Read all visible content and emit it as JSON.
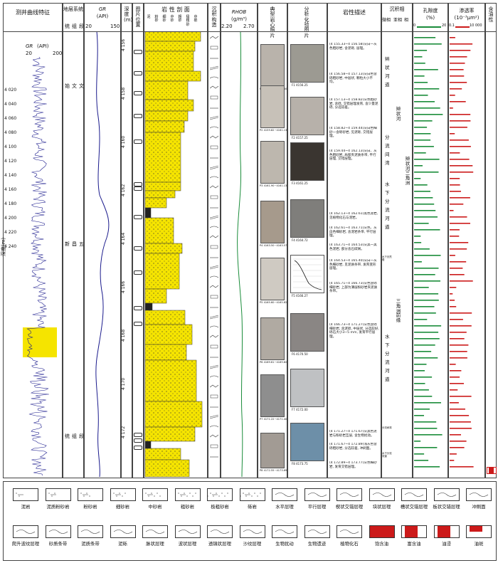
{
  "headers": {
    "curve": "测井曲线特征",
    "strata_system": "地层系统",
    "strata_sub": [
      "统",
      "组",
      "段"
    ],
    "gr_title": "GR",
    "gr_unit": "(API)",
    "gr_min": "20",
    "gr_max": "150",
    "depth_m": "深度(m)",
    "photo_pos": "图片位置",
    "litho_profile": "岩 性 剖 面",
    "litho_cols": [
      "泥",
      "粉砂",
      "细砂",
      "中砂",
      "粗砂",
      "极粗砂",
      "中砾"
    ],
    "sed_struct": "沉积构造",
    "rhob_title": "RHOB",
    "rhob_unit": "(g/m³)",
    "rhob_min": "2.20",
    "rhob_max": "2.70",
    "core_photo": "典型岩心照片",
    "lab_photo": "分析化验图片",
    "rock_desc": "岩性描述",
    "facies": "沉积相",
    "facies_sub": [
      "微相",
      "亚相",
      "相"
    ],
    "porosity": "孔隙度",
    "porosity_unit": "(%)",
    "poro_min": "0",
    "poro_max": "20",
    "perm": "渗透率",
    "perm_unit": "(10⁻³μm²)",
    "perm_min": "0.1",
    "perm_max": "10 000",
    "oil": "含油性"
  },
  "left_track": {
    "gr_label": "GR",
    "gr_unit": "(API)",
    "scale_min": "20",
    "scale_max": "200",
    "depth_axis": "深度(m)",
    "depths": [
      "4 020",
      "4 040",
      "4 060",
      "4 080",
      "4 100",
      "4 120",
      "4 140",
      "4 160",
      "4 180",
      "4 200",
      "4 220",
      "4 240"
    ]
  },
  "strata": {
    "tong": [
      "始",
      "新",
      "统"
    ],
    "zu": [
      "文",
      "昌",
      "组"
    ],
    "duan": [
      "文",
      "五",
      "段"
    ]
  },
  "depth_scale": [
    "4 156",
    "4 158",
    "4 160",
    "4 162",
    "4 164",
    "4 166",
    "4 168",
    "4 170",
    "4 172"
  ],
  "core_captions": [
    "P1 4156.30~4156.80",
    "P2 4159.82~4161.13",
    "P3 4161.90~4161.13",
    "P4 4163.50~4163.57",
    "P5 4165.60~4165.82",
    "P6 4169.61~4169.82",
    "P7 4171.22~4171.40",
    "P8 4172.55~4173.69"
  ],
  "lab_captions": [
    "F1 4156.25",
    "F2 4157.25",
    "F3 4161.25",
    "F4 4164.72",
    "F5 4166.27",
    "F6 4170.50",
    "F7 4172.00",
    "F8 4173.75"
  ],
  "descriptions": [
    "(4 155.33~4 156.58)灰白一灰色粗砂岩, 含泥砾, 层理。",
    "(4 156.58~4 157.13)灰白色含砾粗砂岩, 中层状, 颗粒大小不均。",
    "(4 157.13~4 158.82)灰色粗砂岩, 含砾, 交错层理发育, 含少量泥砾, 分选较差。",
    "(4 158.82~4 159.44)灰白色细砂一含砾砂岩, 见泥砾, 交错层理。",
    "(4 159.44~4 162.13)灰白、灰色粗砂岩, 局部夹泥质条带, 平行层理, 交错层理。",
    "(4 162.13~4 162.61)黑色泥岩, 见植物化石与泥岩。",
    "(4 162.61~4 163.71)灰色、灰白色细砂岩, 含泥岩条带, 平行层理。",
    "(4 163.71~4 164.53)灰黑一黑色泥岩, 部分含石碳屑。",
    "(4 164.53~4 165.40)灰白一灰色细砂岩, 见泥质条带, 发育变形层理。",
    "(4 165.71~4 166.73)灰色含砾细砂岩, 上部为薄层粉砂岩夹泥质条带。",
    "(4 166.73~4 171.27)灰色含砾细砂岩, 含泥砾, 中层状, 分选较好, 砾石大小3~5 mm, 发育平行层理。",
    "(4 171.27~4 171.67)灰黑色泥岩与粉砂岩互层, 含生物扰动。",
    "(4 171.67~4 172.89)浅灰色含砾粗砂岩, 分选较差, 冲刷面。",
    "(4 172.89~4 173.77)灰色细砂岩, 发育交错层理。"
  ],
  "facies": {
    "micro": [
      "辫",
      "状",
      "河",
      "道",
      "分",
      "流",
      "间",
      "湾",
      "水",
      "下",
      "分",
      "流",
      "河",
      "道",
      "水下天然堤",
      "水",
      "下",
      "分",
      "流",
      "河",
      "道",
      "分流间湾",
      "水下分流河道"
    ],
    "sub": [
      "辫状河",
      "三角洲前缘"
    ],
    "facies": [
      "辫状河三角洲"
    ]
  },
  "legend": {
    "row1": [
      "泥岩",
      "泥质粉砂岩",
      "粉砂岩",
      "细砂岩",
      "中砂岩",
      "粗砂岩",
      "极粗砂岩",
      "砾岩",
      "水平层理",
      "平行层理",
      "楔状交错层理",
      "块状层理",
      "槽状交错层理",
      "板状交错层理",
      "冲刷面"
    ],
    "row2": [
      "爬升波纹层理",
      "砂质条带",
      "泥质条带",
      "泥砾",
      "脉状层理",
      "波状层理",
      "透镜状层理",
      "沙纹层理",
      "生物扰动",
      "生物遗迹",
      "植物化石",
      "饱含油",
      "富含油",
      "油浸",
      "油斑"
    ]
  },
  "colors": {
    "sand": "#f5e400",
    "gr_curve": "#1a1a8c",
    "rhob_curve": "#1a8c3a",
    "porosity": "#1a8c3a",
    "perm": "#cc1a1a",
    "highlight": "#f5e400"
  }
}
